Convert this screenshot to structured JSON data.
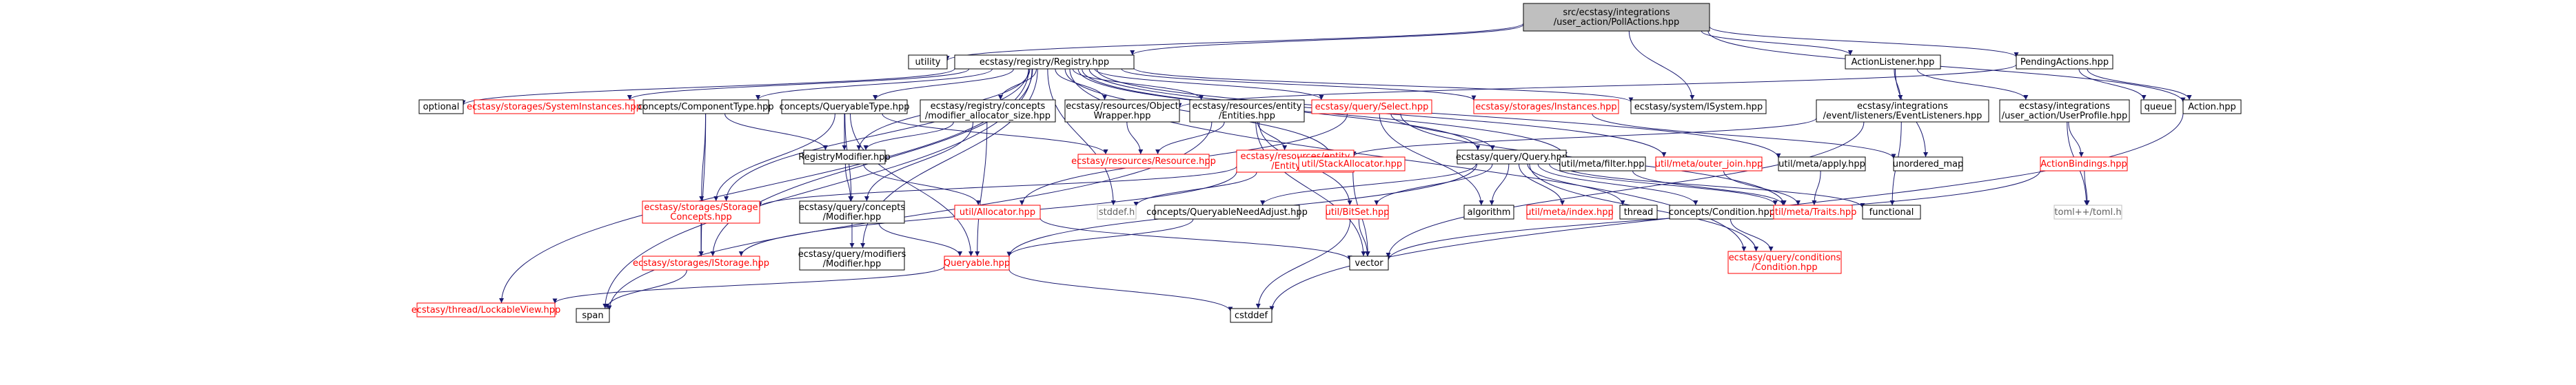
{
  "graph": {
    "colors": {
      "edge": "#191970",
      "focus_fill": "#bfbfbf",
      "focus_border": "#000000",
      "doc_fill": "#ffffff",
      "doc_border": "#000000",
      "undoc_border": "#ff0000",
      "sys_border": "#bfbfbf",
      "text": "#000000",
      "red_text": "#ff0000"
    },
    "nodes": {
      "poll": {
        "lines": [
          "src/ecstasy/integrations",
          "/user_action/PollActions.hpp"
        ],
        "kind": "focus"
      },
      "utility": {
        "lines": [
          "utility"
        ],
        "kind": "doc"
      },
      "registry": {
        "lines": [
          "ecstasy/registry/Registry.hpp"
        ],
        "kind": "doc"
      },
      "action_listener": {
        "lines": [
          "ActionListener.hpp"
        ],
        "kind": "doc"
      },
      "pending_actions": {
        "lines": [
          "PendingActions.hpp"
        ],
        "kind": "doc"
      },
      "optional": {
        "lines": [
          "optional"
        ],
        "kind": "doc"
      },
      "system_instances": {
        "lines": [
          "ecstasy/storages/SystemInstances.hpp"
        ],
        "kind": "undoc"
      },
      "component_type": {
        "lines": [
          "concepts/ComponentType.hpp"
        ],
        "kind": "doc"
      },
      "queryable_type": {
        "lines": [
          "concepts/QueryableType.hpp"
        ],
        "kind": "doc"
      },
      "modifier_alloc": {
        "lines": [
          "ecstasy/registry/concepts",
          "/modifier_allocator_size.hpp"
        ],
        "kind": "doc"
      },
      "object_wrapper": {
        "lines": [
          "ecstasy/resources/Object",
          "Wrapper.hpp"
        ],
        "kind": "doc"
      },
      "entities": {
        "lines": [
          "ecstasy/resources/entity",
          "/Entities.hpp"
        ],
        "kind": "doc"
      },
      "select": {
        "lines": [
          "ecstasy/query/Select.hpp"
        ],
        "kind": "undoc"
      },
      "instances": {
        "lines": [
          "ecstasy/storages/Instances.hpp"
        ],
        "kind": "undoc"
      },
      "isystem": {
        "lines": [
          "ecstasy/system/ISystem.hpp"
        ],
        "kind": "doc"
      },
      "event_listeners": {
        "lines": [
          "ecstasy/integrations",
          "/event/listeners/EventListeners.hpp"
        ],
        "kind": "doc"
      },
      "user_profile": {
        "lines": [
          "ecstasy/integrations",
          "/user_action/UserProfile.hpp"
        ],
        "kind": "doc"
      },
      "queue": {
        "lines": [
          "queue"
        ],
        "kind": "doc"
      },
      "action": {
        "lines": [
          "Action.hpp"
        ],
        "kind": "doc"
      },
      "registry_modifier": {
        "lines": [
          "RegistryModifier.hpp"
        ],
        "kind": "doc"
      },
      "resource": {
        "lines": [
          "ecstasy/resources/Resource.hpp"
        ],
        "kind": "undoc"
      },
      "entity": {
        "lines": [
          "ecstasy/resources/entity",
          "/Entity.hpp"
        ],
        "kind": "undoc"
      },
      "stack_allocator": {
        "lines": [
          "util/StackAllocator.hpp"
        ],
        "kind": "undoc"
      },
      "query": {
        "lines": [
          "ecstasy/query/Query.hpp"
        ],
        "kind": "doc"
      },
      "filter": {
        "lines": [
          "util/meta/filter.hpp"
        ],
        "kind": "doc"
      },
      "outer_join": {
        "lines": [
          "util/meta/outer_join.hpp"
        ],
        "kind": "undoc"
      },
      "apply": {
        "lines": [
          "util/meta/apply.hpp"
        ],
        "kind": "doc"
      },
      "unordered_map": {
        "lines": [
          "unordered_map"
        ],
        "kind": "doc"
      },
      "action_bindings": {
        "lines": [
          "ActionBindings.hpp"
        ],
        "kind": "undoc"
      },
      "storage_concepts": {
        "lines": [
          "ecstasy/storages/Storage",
          "Concepts.hpp"
        ],
        "kind": "undoc"
      },
      "query_modifier_concepts": {
        "lines": [
          "ecstasy/query/concepts",
          "/Modifier.hpp"
        ],
        "kind": "doc"
      },
      "allocator": {
        "lines": [
          "util/Allocator.hpp"
        ],
        "kind": "undoc"
      },
      "stddef_h": {
        "lines": [
          "stddef.h"
        ],
        "kind": "sys"
      },
      "queryable_need_adjust": {
        "lines": [
          "concepts/QueryableNeedAdjust.hpp"
        ],
        "kind": "doc"
      },
      "bitset": {
        "lines": [
          "util/BitSet.hpp"
        ],
        "kind": "undoc"
      },
      "algorithm": {
        "lines": [
          "algorithm"
        ],
        "kind": "doc"
      },
      "meta_index": {
        "lines": [
          "util/meta/index.hpp"
        ],
        "kind": "undoc"
      },
      "thread": {
        "lines": [
          "thread"
        ],
        "kind": "doc"
      },
      "concepts_condition": {
        "lines": [
          "concepts/Condition.hpp"
        ],
        "kind": "doc"
      },
      "traits": {
        "lines": [
          "util/meta/Traits.hpp"
        ],
        "kind": "undoc"
      },
      "functional": {
        "lines": [
          "functional"
        ],
        "kind": "doc"
      },
      "toml": {
        "lines": [
          "toml++/toml.h"
        ],
        "kind": "sys"
      },
      "istorage": {
        "lines": [
          "ecstasy/storages/IStorage.hpp"
        ],
        "kind": "undoc"
      },
      "query_modifiers_modifier": {
        "lines": [
          "ecstasy/query/modifiers",
          "/Modifier.hpp"
        ],
        "kind": "doc"
      },
      "queryable": {
        "lines": [
          "Queryable.hpp"
        ],
        "kind": "undoc"
      },
      "vector": {
        "lines": [
          "vector"
        ],
        "kind": "doc"
      },
      "condition": {
        "lines": [
          "ecstasy/query/conditions",
          "/Condition.hpp"
        ],
        "kind": "undoc"
      },
      "lockable_view": {
        "lines": [
          "ecstasy/thread/LockableView.hpp"
        ],
        "kind": "undoc"
      },
      "span": {
        "lines": [
          "span"
        ],
        "kind": "doc"
      },
      "cstddef": {
        "lines": [
          "cstddef"
        ],
        "kind": "doc"
      }
    },
    "edges": [
      [
        "poll",
        "utility"
      ],
      [
        "poll",
        "registry"
      ],
      [
        "poll",
        "action_listener"
      ],
      [
        "poll",
        "pending_actions"
      ],
      [
        "poll",
        "isystem"
      ],
      [
        "poll",
        "action"
      ],
      [
        "registry",
        "optional"
      ],
      [
        "registry",
        "system_instances"
      ],
      [
        "registry",
        "component_type"
      ],
      [
        "registry",
        "queryable_type"
      ],
      [
        "registry",
        "modifier_alloc"
      ],
      [
        "registry",
        "object_wrapper"
      ],
      [
        "registry",
        "entities"
      ],
      [
        "registry",
        "select"
      ],
      [
        "registry",
        "instances"
      ],
      [
        "registry",
        "isystem"
      ],
      [
        "registry",
        "registry_modifier"
      ],
      [
        "registry",
        "stack_allocator"
      ],
      [
        "registry",
        "query"
      ],
      [
        "registry",
        "filter"
      ],
      [
        "registry",
        "outer_join"
      ],
      [
        "registry",
        "apply"
      ],
      [
        "registry",
        "storage_concepts"
      ],
      [
        "registry",
        "istorage"
      ],
      [
        "registry",
        "query_modifiers_modifier"
      ],
      [
        "registry",
        "lockable_view"
      ],
      [
        "registry",
        "span"
      ],
      [
        "registry",
        "stddef_h"
      ],
      [
        "registry",
        "condition"
      ],
      [
        "action_listener",
        "event_listeners"
      ],
      [
        "action_listener",
        "user_profile"
      ],
      [
        "action_listener",
        "unordered_map"
      ],
      [
        "pending_actions",
        "queue"
      ],
      [
        "pending_actions",
        "action"
      ],
      [
        "pending_actions",
        "object_wrapper"
      ],
      [
        "component_type",
        "registry_modifier"
      ],
      [
        "component_type",
        "storage_concepts"
      ],
      [
        "component_type",
        "istorage"
      ],
      [
        "queryable_type",
        "registry_modifier"
      ],
      [
        "queryable_type",
        "storage_concepts"
      ],
      [
        "queryable_type",
        "resource"
      ],
      [
        "queryable_type",
        "queryable"
      ],
      [
        "queryable_type",
        "query_modifier_concepts"
      ],
      [
        "modifier_alloc",
        "registry_modifier"
      ],
      [
        "modifier_alloc",
        "query_modifier_concepts"
      ],
      [
        "modifier_alloc",
        "queryable"
      ],
      [
        "object_wrapper",
        "resource"
      ],
      [
        "entities",
        "resource"
      ],
      [
        "entities",
        "entity"
      ],
      [
        "entities",
        "bitset"
      ],
      [
        "entities",
        "span"
      ],
      [
        "entities",
        "vector"
      ],
      [
        "select",
        "query"
      ],
      [
        "select",
        "algorithm"
      ],
      [
        "select",
        "traits"
      ],
      [
        "select",
        "allocator"
      ],
      [
        "instances",
        "unordered_map"
      ],
      [
        "event_listeners",
        "entity"
      ],
      [
        "event_listeners",
        "functional"
      ],
      [
        "event_listeners",
        "vector"
      ],
      [
        "user_profile",
        "action_bindings"
      ],
      [
        "user_profile",
        "toml"
      ],
      [
        "action",
        "cstddef"
      ],
      [
        "registry_modifier",
        "query_modifier_concepts"
      ],
      [
        "registry_modifier",
        "allocator"
      ],
      [
        "entity",
        "storage_concepts"
      ],
      [
        "entity",
        "stddef_h"
      ],
      [
        "entity",
        "istorage"
      ],
      [
        "stack_allocator",
        "vector"
      ],
      [
        "query",
        "queryable_need_adjust"
      ],
      [
        "query",
        "bitset"
      ],
      [
        "query",
        "algorithm"
      ],
      [
        "query",
        "meta_index"
      ],
      [
        "query",
        "thread"
      ],
      [
        "query",
        "concepts_condition"
      ],
      [
        "query",
        "traits"
      ],
      [
        "query",
        "functional"
      ],
      [
        "query",
        "queryable"
      ],
      [
        "query",
        "condition"
      ],
      [
        "filter",
        "traits"
      ],
      [
        "outer_join",
        "traits"
      ],
      [
        "apply",
        "traits"
      ],
      [
        "action_bindings",
        "toml"
      ],
      [
        "action_bindings",
        "vector"
      ],
      [
        "storage_concepts",
        "istorage"
      ],
      [
        "query_modifier_concepts",
        "queryable"
      ],
      [
        "query_modifier_concepts",
        "query_modifiers_modifier"
      ],
      [
        "allocator",
        "vector"
      ],
      [
        "queryable_need_adjust",
        "queryable"
      ],
      [
        "bitset",
        "vector"
      ],
      [
        "bitset",
        "cstddef"
      ],
      [
        "concepts_condition",
        "condition"
      ],
      [
        "istorage",
        "span"
      ],
      [
        "queryable",
        "cstddef"
      ],
      [
        "queryable",
        "lockable_view"
      ]
    ]
  }
}
